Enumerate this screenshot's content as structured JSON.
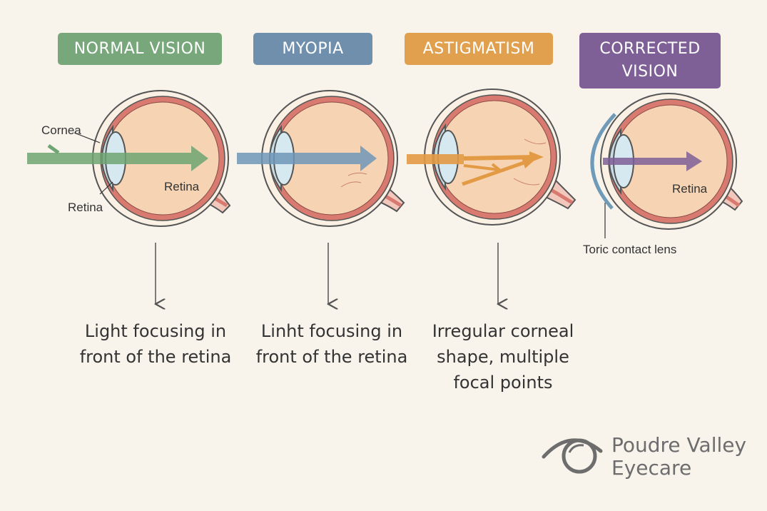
{
  "panels": [
    {
      "title": "NORMAL VISION",
      "color": "#77a77a",
      "description": "Light focusing in front of the retina"
    },
    {
      "title": "MYOPIA",
      "color": "#6f8fad",
      "description": "Linht focusing in front of the retina"
    },
    {
      "title": "ASTIGMATISM",
      "color": "#e0a04e",
      "description": "Irregular corneal shape, multiple focal points"
    },
    {
      "title": "CORRECTED VISION",
      "color": "#7e5f96",
      "description": ""
    }
  ],
  "labels": {
    "cornea": "Cornea",
    "retina_normal_inner": "Retina",
    "retina_normal_outer": "Retina",
    "retina_corrected": "Retina",
    "toric_lens": "Toric contact lens"
  },
  "brand": {
    "line1": "Poudre Valley",
    "line2": "Eyecare",
    "logo": "eye-logo-icon"
  },
  "colors": {
    "background": "#f8f4ec",
    "eye_fill": "#f6d4b3",
    "sclera": "#d97a70",
    "outline": "#555555",
    "cornea": "#c8dde6",
    "lens_blue": "#6f9bb8"
  }
}
